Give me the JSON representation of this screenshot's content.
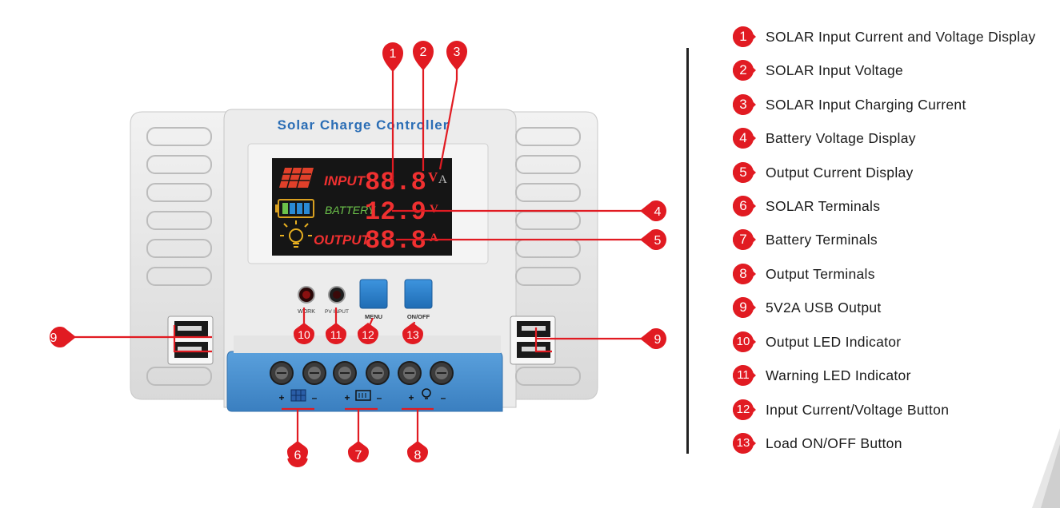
{
  "device": {
    "title": "Solar Charge Controller",
    "display": {
      "rows": [
        {
          "label": "INPUT",
          "digits": "88.8",
          "unit1": "V",
          "unit2": "A"
        },
        {
          "label": "BATTERY",
          "digits": "12.9",
          "unit1": "V",
          "unit2": ""
        },
        {
          "label": "OUTPUT",
          "digits": "88.8",
          "unit1": "A",
          "unit2": ""
        }
      ]
    },
    "indicators": {
      "work": "WORK",
      "pv_input": "PV INPUT"
    },
    "buttons": {
      "menu": "MENU",
      "onoff": "ON/OFF"
    },
    "terminal_signs": {
      "plus": "+",
      "minus": "–"
    }
  },
  "callouts": {
    "c1": "1",
    "c2": "2",
    "c3": "3",
    "c4": "4",
    "c5": "5",
    "c6": "6",
    "c7": "7",
    "c8": "8",
    "c9a": "9",
    "c9b": "9",
    "c10": "10",
    "c11": "11",
    "c12": "12",
    "c13": "13"
  },
  "legend": [
    {
      "num": "1",
      "text": "SOLAR Input Current and Voltage Display"
    },
    {
      "num": "2",
      "text": "SOLAR Input Voltage"
    },
    {
      "num": "3",
      "text": "SOLAR Input Charging Current"
    },
    {
      "num": "4",
      "text": "Battery Voltage Display"
    },
    {
      "num": "5",
      "text": "Output Current Display"
    },
    {
      "num": "6",
      "text": "SOLAR Terminals"
    },
    {
      "num": "7",
      "text": "Battery Terminals"
    },
    {
      "num": "8",
      "text": "Output Terminals"
    },
    {
      "num": "9",
      "text": "5V2A USB Output"
    },
    {
      "num": "10",
      "text": "Output LED Indicator"
    },
    {
      "num": "11",
      "text": "Warning LED Indicator"
    },
    {
      "num": "12",
      "text": "Input Current/Voltage Button"
    },
    {
      "num": "13",
      "text": "Load ON/OFF Button"
    }
  ],
  "colors": {
    "callout": "#e11b22",
    "body": "#e8e8e8",
    "blue": "#4a90d0",
    "lcd": "#151515",
    "lcd_text": "#f03030",
    "battery_text": "#6cc24a",
    "title_text": "#2a6db5"
  }
}
